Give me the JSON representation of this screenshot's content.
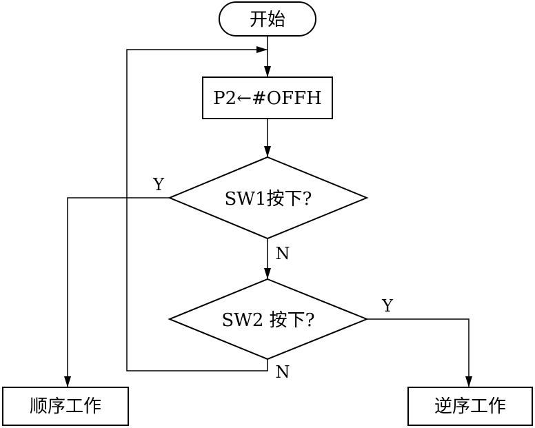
{
  "nodes": {
    "start": "开始",
    "assign": "P2←#OFFH",
    "decision1": "SW1按下?",
    "decision2": "SW2 按下?",
    "forward": "顺序工作",
    "reverse": "逆序工作"
  },
  "edges": {
    "d1_yes": "Y",
    "d1_no": "N",
    "d2_yes": "Y",
    "d2_no": "N"
  }
}
